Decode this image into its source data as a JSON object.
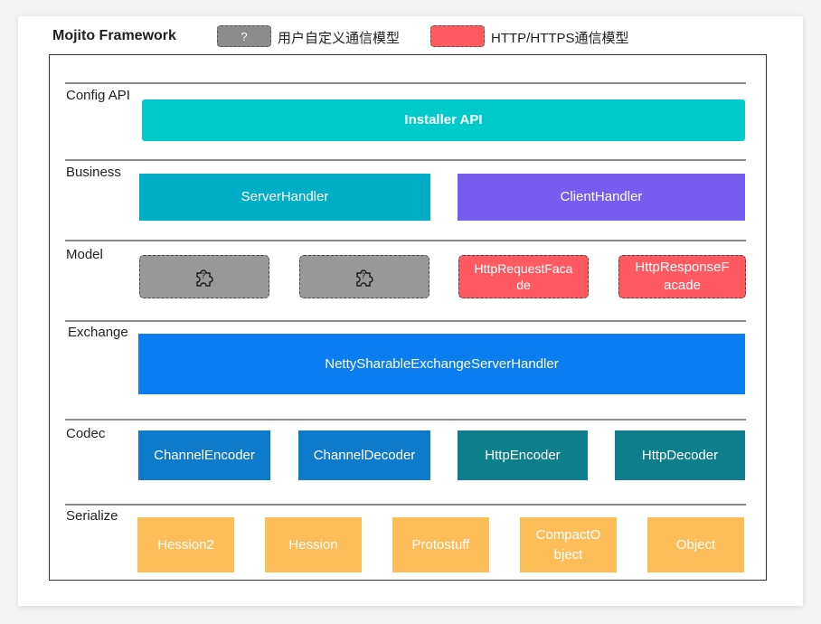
{
  "title": "Mojito Framework",
  "legend": [
    {
      "swatch_text": "?",
      "label": "用户自定义通信模型",
      "color": "#8c8c8c"
    },
    {
      "swatch_text": "",
      "label": "HTTP/HTTPS通信模型",
      "color": "#ff5a62"
    }
  ],
  "layers": {
    "config": {
      "label": "Config API",
      "blocks": [
        "Installer API"
      ]
    },
    "business": {
      "label": "Business",
      "blocks": [
        "ServerHandler",
        "ClientHandler"
      ]
    },
    "model": {
      "label": "Model",
      "blocks": [
        "",
        "",
        "HttpRequestFaca\nde",
        "HttpResponseF\nacade"
      ],
      "puzzle_icon_glyph": "?"
    },
    "exchange": {
      "label": "Exchange",
      "blocks": [
        "NettySharableExchangeServerHandler"
      ]
    },
    "codec": {
      "label": "Codec",
      "blocks": [
        "ChannelEncoder",
        "ChannelDecoder",
        "HttpEncoder",
        "HttpDecoder"
      ]
    },
    "serialize": {
      "label": "Serialize",
      "blocks": [
        "Hession2",
        "Hession",
        "Protostuff",
        "CompactO\nbject",
        "Object"
      ]
    }
  },
  "colors": {
    "teal_light": "#00c9c9",
    "teal": "#00aec8",
    "purple": "#775cf0",
    "gray": "#999999",
    "red": "#ff5a62",
    "blue": "#0a7ef0",
    "blue_dark": "#0d7acb",
    "teal_dark": "#0d7f8c",
    "orange": "#fdbd58"
  }
}
